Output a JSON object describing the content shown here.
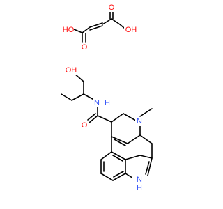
{
  "colors": {
    "bond": "#000000",
    "oxygen": "#ff0d0d",
    "nitrogen": "#3050f8",
    "background": "#ffffff"
  },
  "structure": {
    "fumaric_acid": {
      "atoms": {
        "ho_left": "HO",
        "o_left": "O",
        "o_right": "O",
        "oh_right": "OH"
      }
    },
    "amide": {
      "atoms": {
        "oh": "OH",
        "nh": "N",
        "h_nh": "H",
        "o_carbonyl": "O",
        "n_ring": "N",
        "nh_indole": "N",
        "h_indole": "H"
      }
    }
  }
}
